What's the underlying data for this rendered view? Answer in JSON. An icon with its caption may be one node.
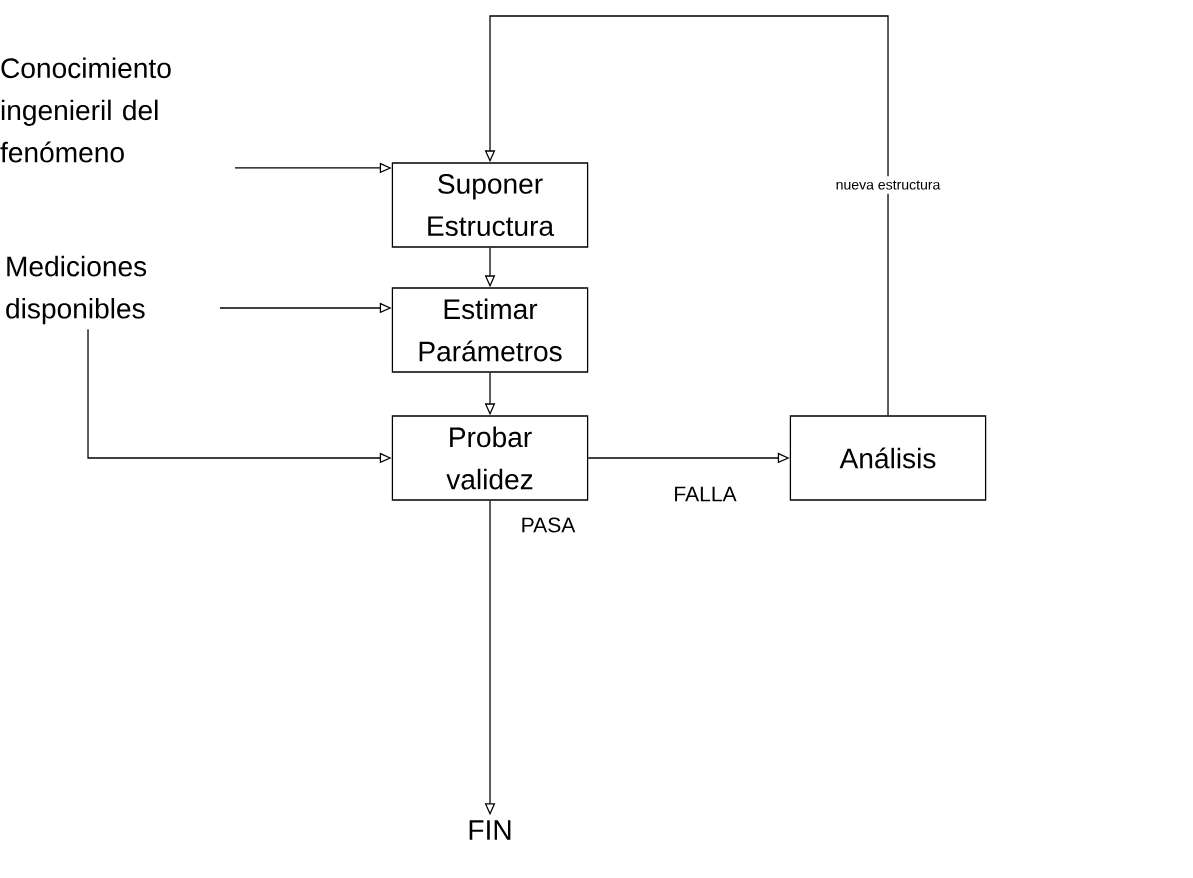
{
  "diagram": {
    "nodes": [
      {
        "text": [
          "Conocimiento ingenieril del fenómeno"
        ]
      },
      {
        "text": [
          "Suponer Estructura"
        ]
      },
      {
        "text": [
          "Mediciones disponibles"
        ]
      },
      {
        "text": [
          "Estimar Parámetros"
        ]
      },
      {
        "text": [
          "Probar validez"
        ]
      },
      {
        "text": [
          "Análisis"
        ]
      },
      {
        "text": [
          "FIN"
        ]
      }
    ],
    "edges": [
      {
        "from": 0,
        "to": 1,
        "arrow": "to"
      },
      {
        "from": 1,
        "to": 3,
        "arrow": "to"
      },
      {
        "from": 2,
        "to": 3,
        "arrow": "to"
      },
      {
        "from": 3,
        "to": 4,
        "arrow": "to"
      },
      {
        "from": 2,
        "to": 4,
        "arrow": "to"
      },
      {
        "from": 4,
        "to": 5,
        "arrow": "to",
        "label": "FALLA"
      },
      {
        "from": 4,
        "to": 6,
        "arrow": "to",
        "label": "PASA"
      },
      {
        "from": 5,
        "to": 1,
        "arrow": "to",
        "label": "nueva estructura"
      }
    ]
  }
}
